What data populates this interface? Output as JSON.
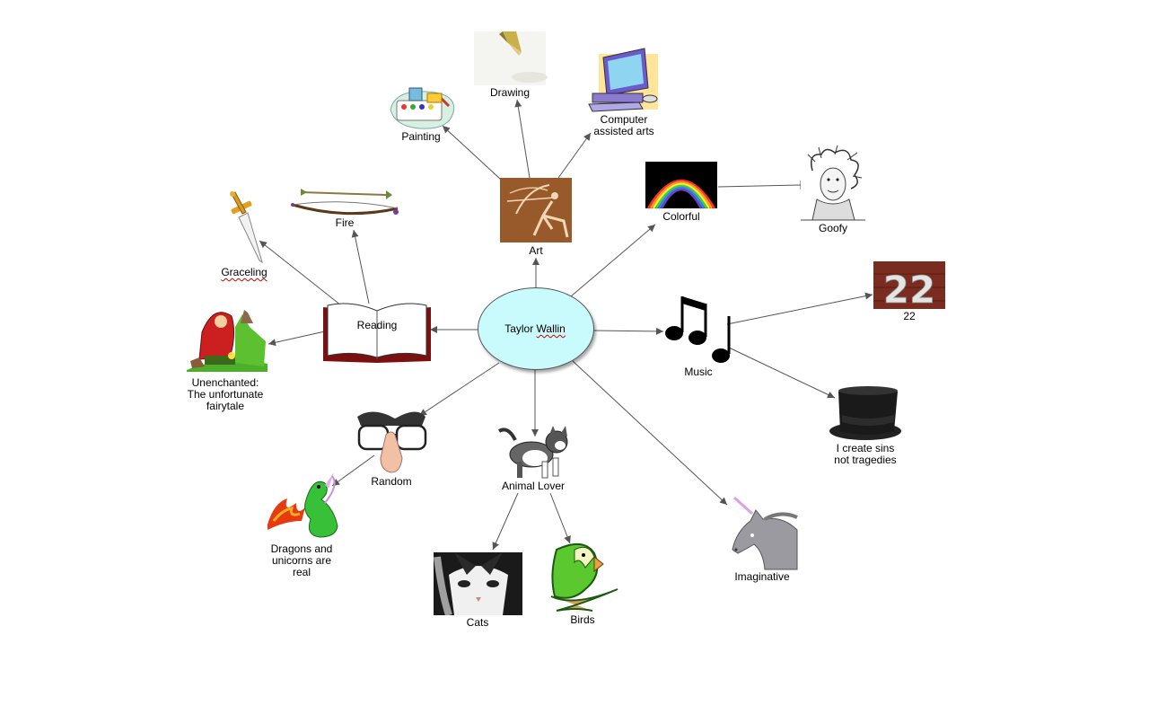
{
  "central": {
    "prefix": "Taylor ",
    "name": "Wallin"
  },
  "nodes": {
    "art": "Art",
    "drawing": "Drawing",
    "painting": "Painting",
    "computer": "Computer\nassisted arts",
    "colorful": "Colorful",
    "goofy": "Goofy",
    "reading": "Reading",
    "fire": "Fire",
    "graceling": "Graceling",
    "unenchanted": "Unenchanted:\nThe unfortunate\nfairytale",
    "music": "Music",
    "twentytwo": "22",
    "sins": "I create sins\nnot tragedies",
    "random": "Random",
    "dragons": "Dragons and\nunicorns are\nreal",
    "animal": "Animal Lover",
    "cats": "Cats",
    "birds": "Birds",
    "imaginative": "Imaginative"
  },
  "icons": {
    "art": "archer-cave-painting-icon",
    "drawing": "pencil-icon",
    "painting": "paint-palette-icon",
    "computer": "computer-icon",
    "colorful": "rainbow-icon",
    "goofy": "wild-hair-man-icon",
    "reading": "open-book-icon",
    "fire": "bow-and-arrow-icon",
    "graceling": "dagger-icon",
    "unenchanted": "red-riding-hood-icon",
    "music": "music-notes-icon",
    "twentytwo": "number-22-sign-icon",
    "sins": "top-hat-icon",
    "random": "groucho-glasses-icon",
    "dragons": "fire-breathing-dragon-icon",
    "animal": "kitten-icon",
    "cats": "cat-face-icon",
    "birds": "green-parrot-icon",
    "imaginative": "unicorn-icon"
  },
  "colors": {
    "central_fill": "#c9fbfd",
    "connector": "#555555"
  }
}
